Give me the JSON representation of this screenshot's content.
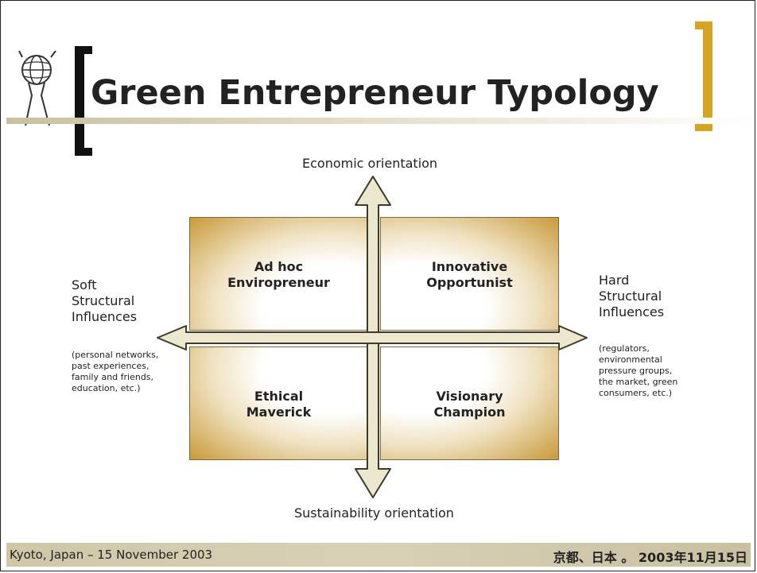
{
  "slide": {
    "title": "Green Entrepreneur Typology"
  },
  "axes": {
    "top": "Economic orientation",
    "bottom": "Sustainability orientation",
    "left": {
      "heading": [
        "Soft",
        "Structural",
        "Influences"
      ],
      "note": [
        "(personal networks,",
        "past experiences,",
        "family and friends,",
        "education, etc.)"
      ]
    },
    "right": {
      "heading": [
        "Hard",
        "Structural",
        "Influences"
      ],
      "note": [
        "(regulators,",
        "environmental",
        "pressure groups,",
        "the market, green",
        "consumers, etc.)"
      ]
    }
  },
  "quadrants": {
    "top_left": [
      "Ad hoc",
      "Enviropreneur"
    ],
    "top_right": [
      "Innovative",
      "Opportunist"
    ],
    "bottom_left": [
      "Ethical",
      "Maverick"
    ],
    "bottom_right": [
      "Visionary",
      "Champion"
    ]
  },
  "footer": {
    "left": "Kyoto, Japan – 15 November 2003",
    "right": "京都、日本 。 2003年11月15日"
  },
  "colors": {
    "bracket_left": "#111111",
    "bracket_right": "#d4a423",
    "arrow_fill": "#ece7cf",
    "arrow_stroke": "#3e3a26",
    "quadrant_accent": "#c99a3a"
  },
  "icons": {
    "logo": "globe-figure-icon"
  }
}
